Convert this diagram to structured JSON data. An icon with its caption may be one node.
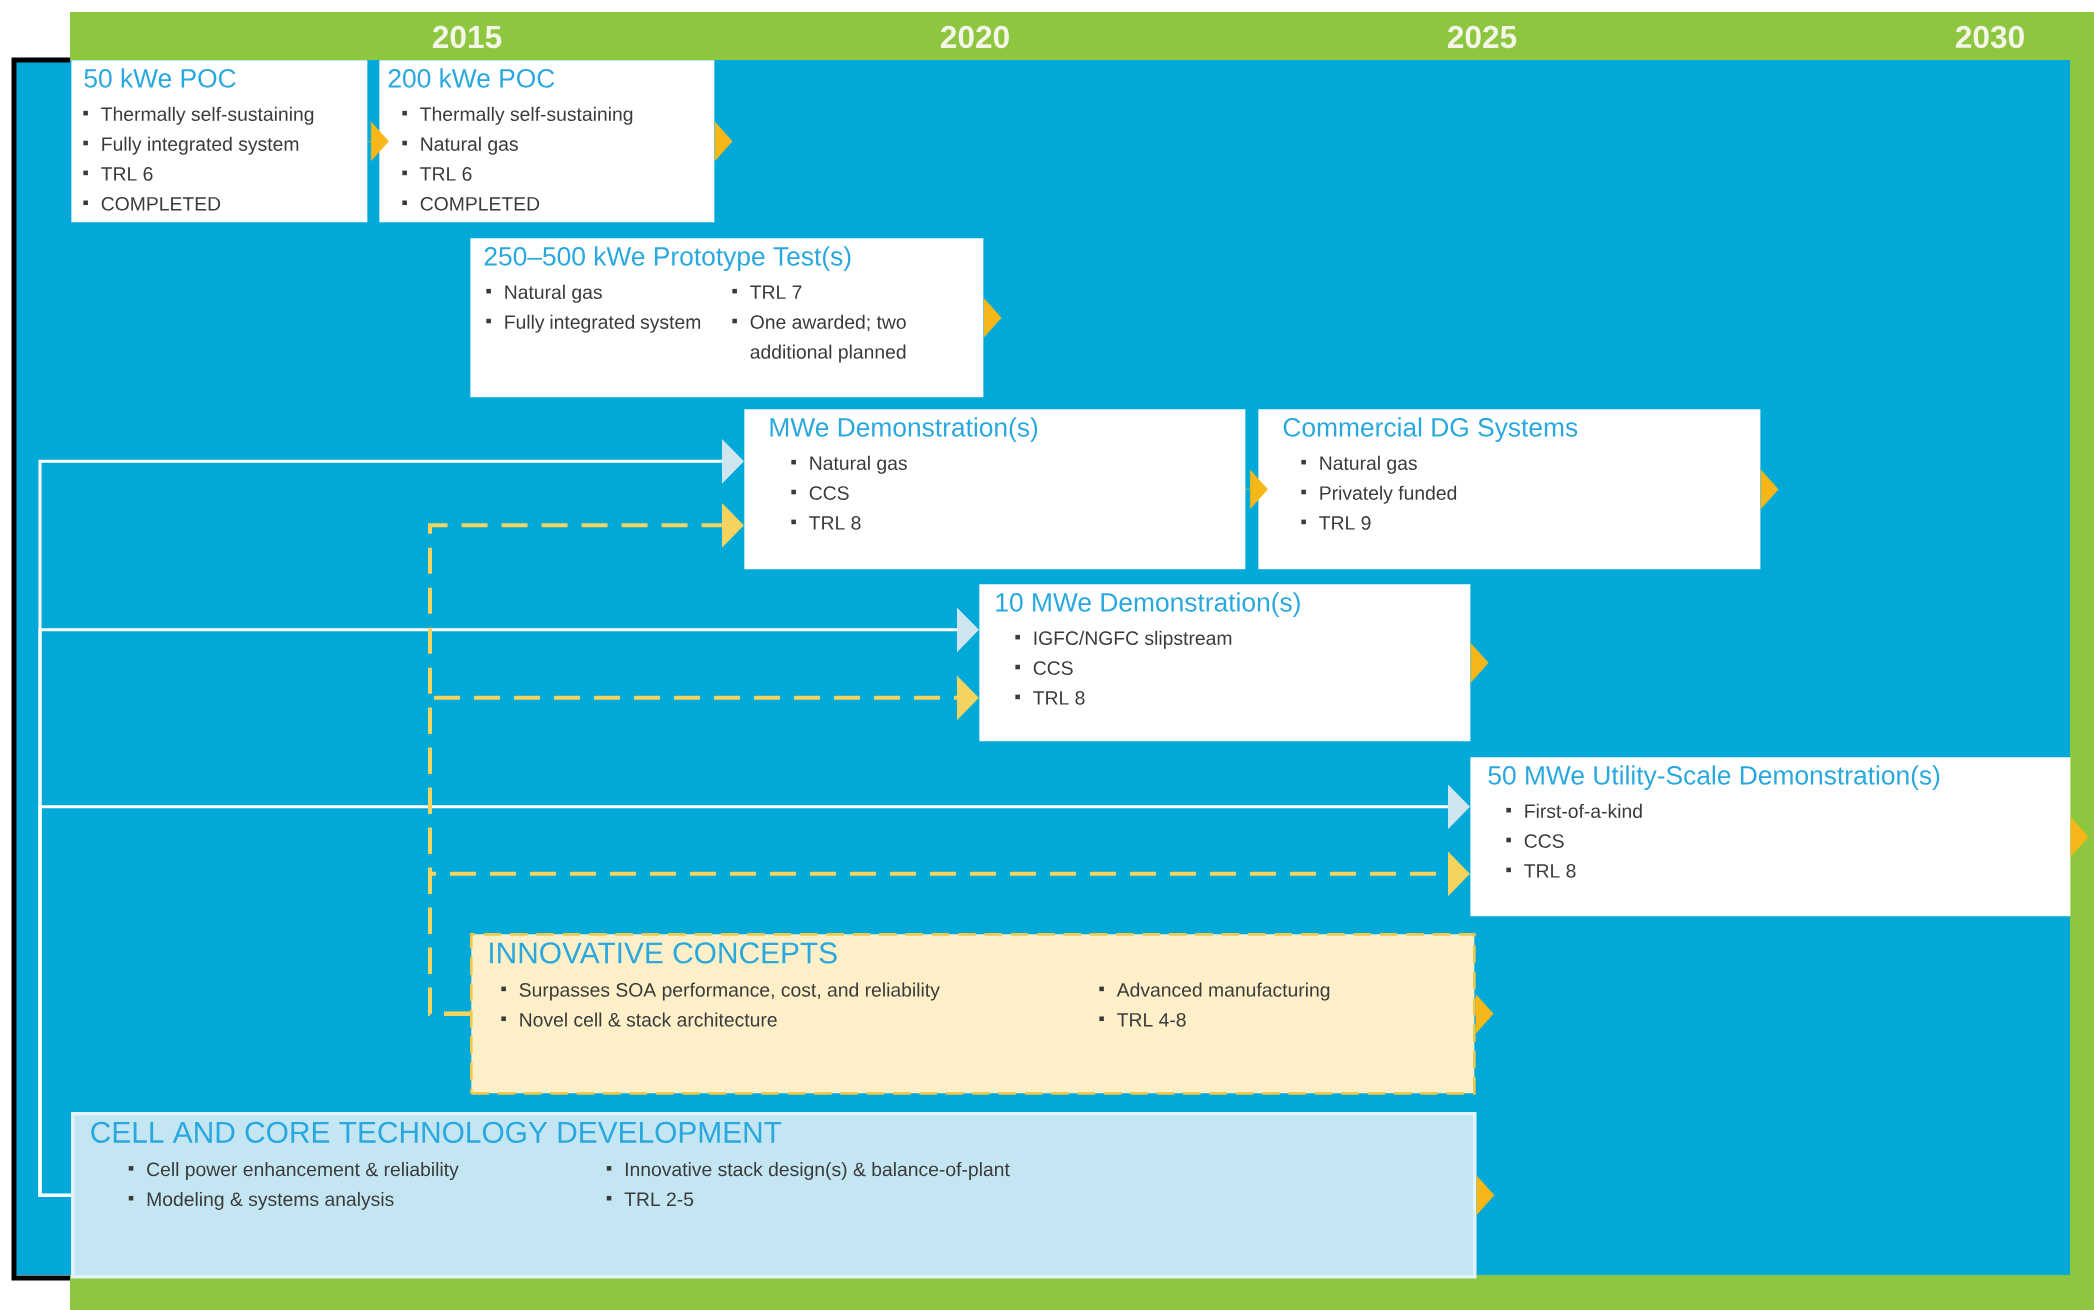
{
  "diagram": {
    "nodes": [
      {
        "text": [
          "50 kWe POC",
          "Thermally self-sustaining",
          "Fully integrated system",
          "TRL 6",
          "COMPLETED"
        ]
      },
      {
        "text": [
          "200 kWe POC",
          "Thermally self-sustaining",
          "Natural gas",
          "TRL 6",
          "COMPLETED"
        ]
      },
      {
        "text": [
          "250–500 kWe Prototype Test(s)",
          "Natural gas",
          "Fully integrated system",
          "TRL 7",
          "One awarded; two additional planned"
        ]
      },
      {
        "text": [
          "MWe Demonstration(s)",
          "Natural gas",
          "CCS",
          "TRL 8"
        ]
      },
      {
        "text": [
          "Commercial DG Systems",
          "Natural gas",
          "Privately funded",
          "TRL 9"
        ]
      },
      {
        "text": [
          "10 MWe Demonstration(s)",
          "IGFC/NGFC slipstream",
          "CCS",
          "TRL 8"
        ]
      },
      {
        "text": [
          "50 MWe Utility-Scale Demonstration(s)",
          "First-of-a-kind",
          "CCS",
          "TRL 8"
        ]
      },
      {
        "text": [
          "INNOVATIVE CONCEPTS",
          "Surpasses SOA performance, cost, and reliability",
          "Novel cell & stack architecture",
          "Advanced manufacturing",
          "TRL 4-8"
        ]
      },
      {
        "text": [
          "CELL AND CORE TECHNOLOGY DEVELOPMENT",
          "Cell power enhancement & reliability",
          "Modeling & systems analysis",
          "Innovative stack design(s) & balance-of-plant",
          "TRL 2-5"
        ]
      }
    ],
    "edges": [
      {
        "from": 0,
        "to": 1,
        "arrow": "to"
      },
      {
        "from": 1,
        "to": null,
        "arrow": "to"
      },
      {
        "from": 2,
        "to": null,
        "arrow": "to"
      },
      {
        "from": 3,
        "to": 4,
        "arrow": "to"
      },
      {
        "from": 4,
        "to": null,
        "arrow": "to"
      },
      {
        "from": 5,
        "to": null,
        "arrow": "to"
      },
      {
        "from": 6,
        "to": null,
        "arrow": "to"
      },
      {
        "from": 7,
        "to": null,
        "arrow": "to"
      },
      {
        "from": 8,
        "to": null,
        "arrow": "to"
      },
      {
        "from": 8,
        "to": 3,
        "arrow": "to",
        "color": "#ffffff"
      },
      {
        "from": 8,
        "to": 5,
        "arrow": "to",
        "color": "#ffffff"
      },
      {
        "from": 8,
        "to": 6,
        "arrow": "to",
        "color": "#ffffff"
      },
      {
        "from": 7,
        "to": 3,
        "arrow": "to",
        "style": "dashed",
        "color": "#f4d35e"
      },
      {
        "from": 7,
        "to": 5,
        "arrow": "to",
        "style": "dashed",
        "color": "#f4d35e"
      },
      {
        "from": 7,
        "to": 6,
        "arrow": "to",
        "style": "dashed",
        "color": "#f4d35e"
      }
    ],
    "labels": [
      "2015",
      "2020",
      "2025",
      "2030"
    ]
  }
}
